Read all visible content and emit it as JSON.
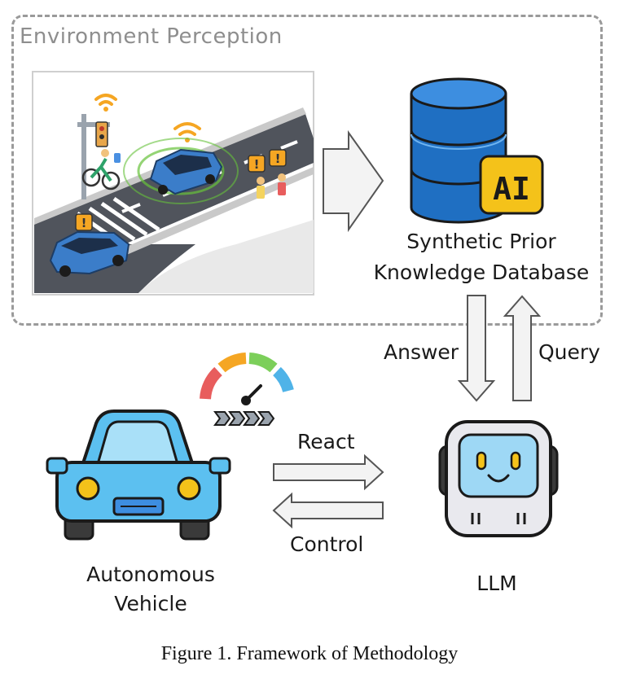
{
  "figure": {
    "env_section": {
      "title": "Environment Perception"
    },
    "database": {
      "label_line1": "Synthetic Prior",
      "label_line2": "Knowledge Database",
      "badge": "AI"
    },
    "edges": {
      "answer": "Answer",
      "query": "Query",
      "react": "React",
      "control": "Control"
    },
    "vehicle": {
      "label_line1": "Autonomous",
      "label_line2": "Vehicle"
    },
    "llm": {
      "label": "LLM"
    },
    "caption": "Figure 1. Framework of Methodology",
    "colors": {
      "db_blue": "#1f6fc2",
      "ai_yellow": "#f4c21a",
      "car_blue": "#5cc0f0",
      "robot_screen": "#9ed8f5",
      "wifi_orange": "#f5a623",
      "road_gray": "#50545c",
      "dashed_border": "#9a9a9a"
    }
  }
}
